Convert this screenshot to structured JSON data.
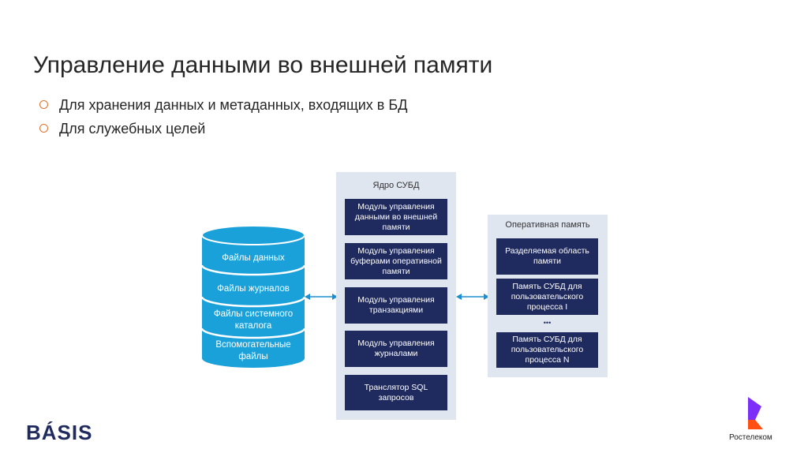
{
  "title": "Управление данными во внешней памяти",
  "bullets": [
    "Для хранения данных и метаданных, входящих в БД",
    "Для служебных целей"
  ],
  "storage": {
    "layers": [
      "Файлы данных",
      "Файлы журналов",
      "Файлы системного каталога",
      "Вспомогательные файлы"
    ]
  },
  "core": {
    "title": "Ядро СУБД",
    "modules": [
      "Модуль управления данными во внешней памяти",
      "Модуль управления буферами оперативной памяти",
      "Модуль управления транзакциями",
      "Модуль управления журналами",
      "Транслятор SQL запросов"
    ]
  },
  "ram": {
    "title": "Оперативная память",
    "blocks": [
      "Разделяемая область памяти",
      "Память СУБД для пользовательского процесса I",
      "Память СУБД для пользовательского процесса N"
    ],
    "ellipsis": "•••"
  },
  "logos": {
    "left": "BÁSIS",
    "right": "Ростелеком"
  },
  "colors": {
    "navy": "#1f2a5e",
    "cyan": "#1ba1d9",
    "panel": "#dfe6f0",
    "accent": "#d9732f"
  }
}
